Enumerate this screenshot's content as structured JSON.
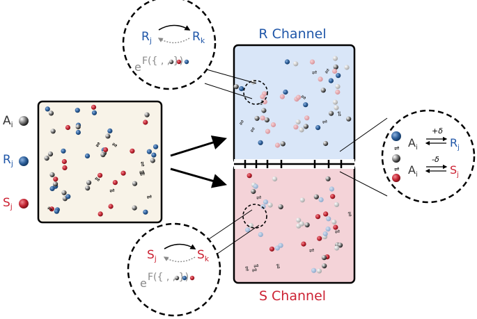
{
  "legend": {
    "a_label": "A",
    "a_sub": "i",
    "r_label": "R",
    "r_sub": "j",
    "s_label": "S",
    "s_sub": "j"
  },
  "r_channel": {
    "title": "R Channel"
  },
  "s_channel": {
    "title": "S Channel"
  },
  "zoom_r": {
    "left_label": "R",
    "left_sub": "j",
    "right_label": "R",
    "right_sub": "k",
    "rate_base": "e",
    "rate_exponent": "F({ , , })"
  },
  "zoom_s": {
    "left_label": "S",
    "left_sub": "j",
    "right_label": "S",
    "right_sub": "k",
    "rate_base": "e",
    "rate_exponent": "F({ , , })"
  },
  "zoom_exchange": {
    "top_left_label": "A",
    "top_left_sub": "i",
    "top_right_label": "R",
    "top_right_sub": "j",
    "top_rate": "+δ",
    "bottom_left_label": "A",
    "bottom_left_sub": "i",
    "bottom_right_label": "S",
    "bottom_right_sub": "j",
    "bottom_rate": "-δ"
  },
  "colors": {
    "r_blue": "#1f56a8",
    "s_red": "#cc2233",
    "a_gray": "#333333",
    "mixture_bg": "#f8f3e8",
    "r_channel_bg": "#d9e6f8",
    "s_channel_bg": "#f4d3d8"
  }
}
